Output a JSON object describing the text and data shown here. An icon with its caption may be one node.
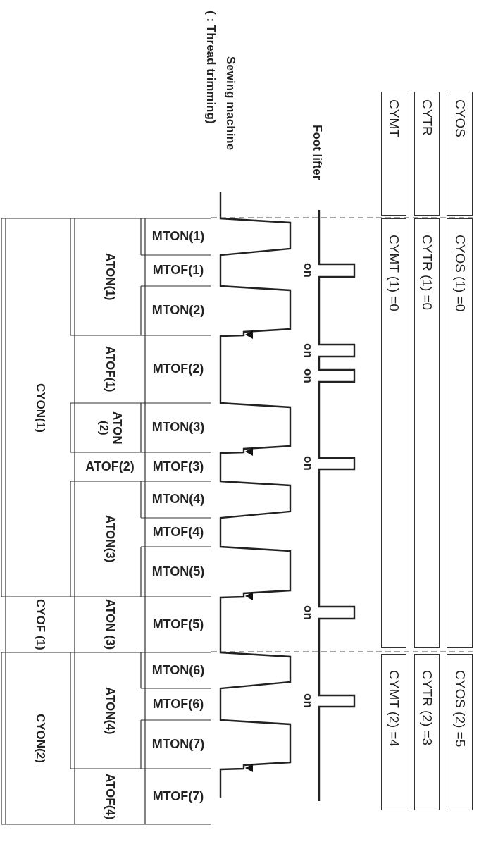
{
  "diagram": {
    "nodes": [
      {
        "text": [
          "CYOS"
        ]
      },
      {
        "text": [
          "CYTR"
        ]
      },
      {
        "text": [
          "CYMT"
        ]
      },
      {
        "text": [
          "CYOS (1) =0"
        ]
      },
      {
        "text": [
          "CYTR (1) =0"
        ]
      },
      {
        "text": [
          "CYMT (1) =0"
        ]
      },
      {
        "text": [
          "CYOS (2) =5"
        ]
      },
      {
        "text": [
          "CYTR (2) =3"
        ]
      },
      {
        "text": [
          "CYMT (2) =4"
        ]
      }
    ],
    "edges": [],
    "labels": [
      "Sewing machine",
      "( : Thread trimming)",
      "Foot lifter",
      "on",
      "on",
      "on",
      "on",
      "on",
      "on",
      "MTON(1)",
      "MTOF(1)",
      "MTON(2)",
      "MTOF(2)",
      "MTON(3)",
      "MTOF(3)",
      "MTON(4)",
      "MTOF(4)",
      "MTON(5)",
      "MTOF(5)",
      "MTON(6)",
      "MTOF(6)",
      "MTON(7)",
      "MTOF(7)",
      "ATON(1)",
      "ATOF(1)",
      "ATON (2)",
      "ATOF(2)",
      "ATON(3)",
      "ATON (3)",
      "ATON(4)",
      "ATOF(4)",
      "CYON(1)",
      "CYOF (1)",
      "CYON(2)"
    ]
  }
}
